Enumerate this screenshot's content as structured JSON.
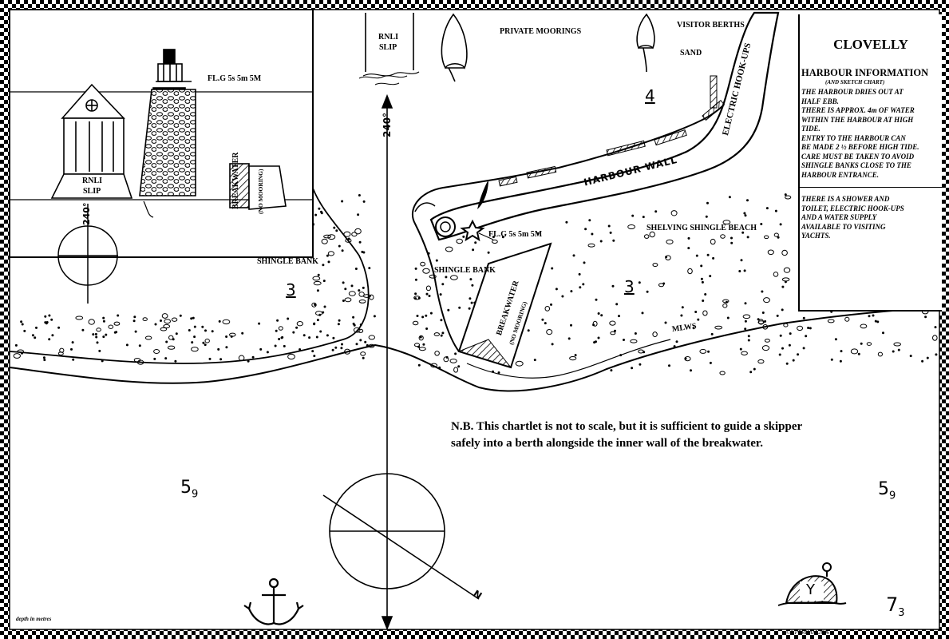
{
  "chart": {
    "title": "CLOVELLY",
    "info_heading": "HARBOUR INFORMATION",
    "info_subheading": "(AND SKETCH CHART)",
    "info_lines": [
      "THE  HARBOUR DRIES OUT AT",
      "HALF EBB.",
      "THERE IS APPROX. 4m OF WATER",
      "WITHIN THE HARBOUR AT HIGH",
      "TIDE.",
      "ENTRY TO THE HARBOUR CAN",
      "BE MADE 2 ½ BEFORE HIGH TIDE.",
      "CARE MUST BE TAKEN TO AVOID",
      "SHINGLE BANKS CLOSE TO THE",
      "HARBOUR ENTRANCE."
    ],
    "info_lines2": [
      "THERE IS A SHOWER AND",
      "TOILET, ELECTRIC HOOK-UPS",
      " AND A WATER SUPPLY",
      "AVAILABLE TO VISITING",
      "YACHTS."
    ],
    "labels": {
      "private_moorings": "PRIVATE MOORINGS",
      "visitor_berths": "VISITOR BERTHS",
      "sand": "SAND",
      "electric_hookups": "ELECTRIC HOOK-UPS",
      "harbour_wall": "HARBOUR WALL",
      "light_main": "FL.G 5s 5m 5M",
      "light_inset": "FL.G 5s 5m 5M",
      "shelving_beach": "SHELVING SHINGLE BEACH",
      "shingle_bank_main": "SHINGLE BANK",
      "shingle_bank_left": "SHINGLE BANK",
      "breakwater_main": "BREAKWATER",
      "no_mooring_main": "(NO MOORING)",
      "breakwater_inset": "BREAKWATER",
      "no_mooring_inset": "(NO MOORING)",
      "mlws": "MLWS",
      "rnli_slip_top_1": "RNLI",
      "rnli_slip_top_2": "SLIP",
      "rnli_slip_inset_1": "RNLI",
      "rnli_slip_inset_2": "SLIP",
      "bearing_main": "240°",
      "bearing_inset": "240°",
      "depth_4": "4",
      "depth_3_left": "3",
      "depth_3_main": "3",
      "depth_59_left": "5",
      "depth_59_left_sub": "9",
      "depth_59_right": "5",
      "depth_59_right_sub": "9",
      "depth_73": "7",
      "depth_73_sub": "3",
      "buoy_letter": "Y",
      "depth_unit": "depth in metres",
      "credit": "©S PERHAM 2006",
      "north_label": "N",
      "note_line1": "N.B.  This chartlet is not to scale, but it is sufficient to guide a skipper",
      "note_line2": "safely into a berth alongside the inner wall of the breakwater."
    },
    "icons": [
      "anchor-icon",
      "buoy-icon",
      "compass-rose-icon",
      "lighthouse-icon",
      "light-star-icon",
      "north-arrow-icon"
    ]
  }
}
